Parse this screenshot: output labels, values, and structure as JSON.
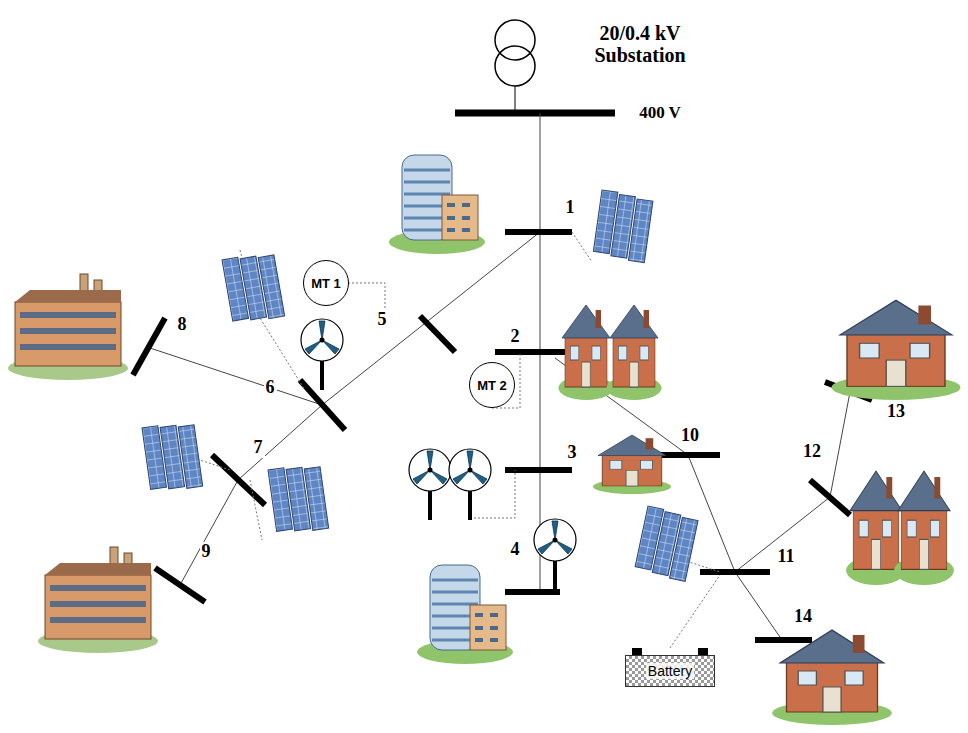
{
  "diagram": {
    "nodes": [
      {
        "text": [
          "MT 1"
        ]
      },
      {
        "text": [
          "MT 2"
        ]
      },
      {
        "text": [
          "Battery"
        ]
      }
    ],
    "labels": [
      "20/0.4 kV Substation",
      "400 V",
      "1",
      "2",
      "5",
      "8",
      "6",
      "10",
      "13",
      "12",
      "3",
      "7",
      "11",
      "9",
      "4",
      "14"
    ]
  }
}
